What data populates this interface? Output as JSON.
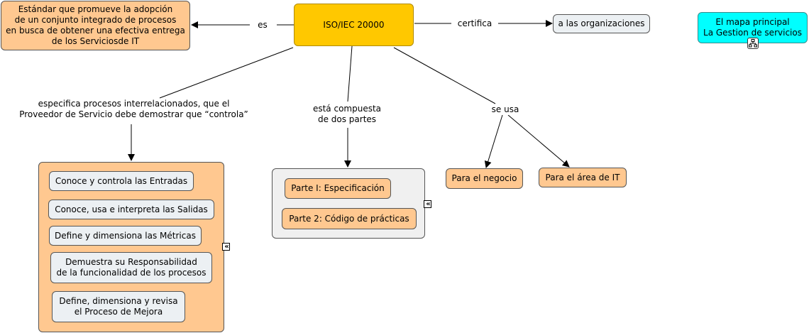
{
  "nodes": {
    "root": "ISO/IEC 20000",
    "definition": "Estándar que promueve la adopción\nde un conjunto integrado de procesos\nen busca de obtener una efectiva entrega\nde los Serviciosde IT",
    "organizations": "a las organizaciones",
    "main_map": "El mapa principal\nLa Gestion de servicios",
    "processes": [
      "Conoce y controla las Entradas",
      "Conoce, usa e interpreta las Salidas",
      "Define y dimensiona las Métricas",
      "Demuestra su Responsabilidad\nde la funcionalidad de los procesos",
      "Define, dimensiona y revisa\nel Proceso de Mejora"
    ],
    "parts": [
      "Parte I: Especificación",
      "Parte 2: Código de prácticas"
    ],
    "business": "Para el negocio",
    "it_area": "Para el área de IT"
  },
  "link_labels": {
    "es": "es",
    "certifica": "certifica",
    "especifica": "especifica procesos interrelacionados, que el\nProveedor de Servicio debe demostrar que “controla”",
    "compuesta": "está compuesta\nde dos partes",
    "se_usa": "se usa"
  },
  "icons": {
    "expander": "collapse-icon",
    "map_link": "concept-map-link-icon"
  },
  "colors": {
    "root": "#ffc800",
    "concept": "#ffc890",
    "item": "#ecf0f3",
    "container_gray": "#f0f0f0",
    "link_node": "#00ffff"
  }
}
